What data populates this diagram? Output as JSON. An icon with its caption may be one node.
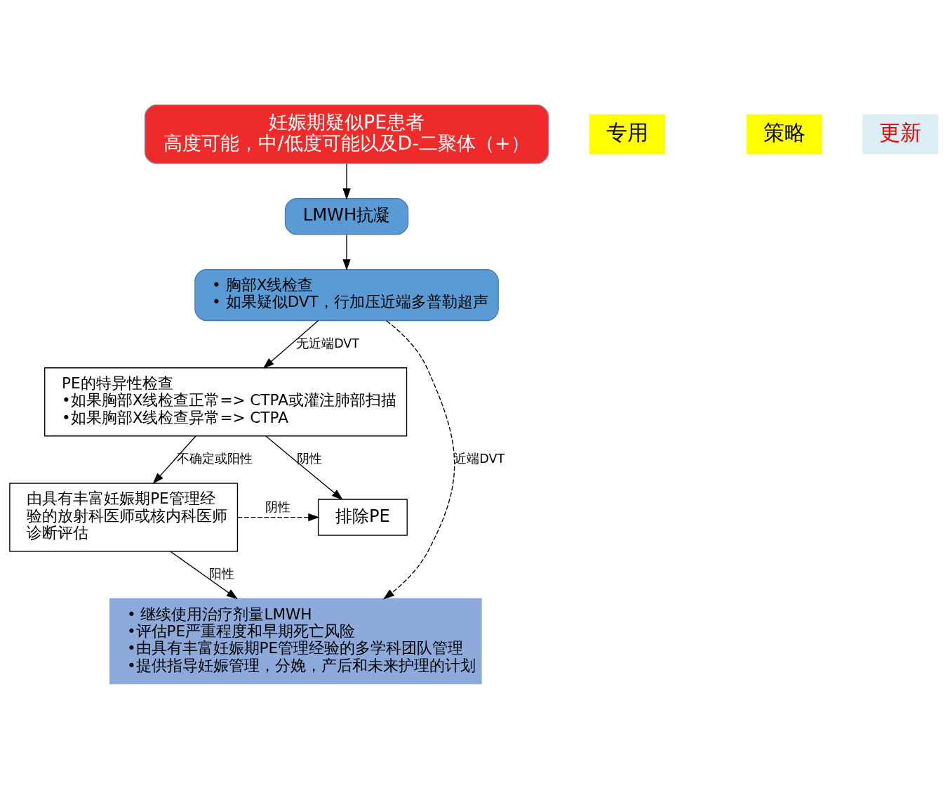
{
  "diagram": {
    "nodes": [
      {
        "text": [
          "妊娠期疑似PE患者",
          "高度可能，中/低度可能以及D-二聚体（+）"
        ]
      },
      {
        "text": [
          "LMWH抗凝"
        ]
      },
      {
        "text": [
          "• 胸部X线检查",
          "• 如果疑似DVT，行加压近端多普勒超声"
        ]
      },
      {
        "text": [
          "PE的特异性检查",
          "•如果胸部X线检查正常=> CTPA或灌注肺部扫描",
          "•如果胸部X线检查异常=> CTPA"
        ]
      },
      {
        "text": [
          "排除PE"
        ]
      },
      {
        "text": [
          "由具有丰富妊娠期PE管理经验的放射科医师或核内科医师诊断评估"
        ]
      },
      {
        "text": [
          "• 继续使用治疗剂量LMWH",
          "•评估PE严重程度和早期死亡风险",
          "•由具有丰富妊娠期PE管理经验的多学科团队管理",
          "•提供指导妊娠管理，分娩，产后和未来护理的计划"
        ]
      }
    ],
    "edges": [
      {
        "from": 0,
        "to": 1,
        "arrow": "to"
      },
      {
        "from": 1,
        "to": 2,
        "arrow": "to"
      },
      {
        "from": 2,
        "to": 3,
        "arrow": "to",
        "label": "无近端DVT"
      },
      {
        "from": 2,
        "to": 6,
        "arrow": "to",
        "label": "近端DVT",
        "style": "dashed"
      },
      {
        "from": 3,
        "to": 4,
        "arrow": "to",
        "label": "阴性"
      },
      {
        "from": 3,
        "to": 5,
        "arrow": "to",
        "label": "不确定或阳性"
      },
      {
        "from": 5,
        "to": 4,
        "arrow": "to",
        "label": "阴性",
        "style": "dashed"
      },
      {
        "from": 5,
        "to": 6,
        "arrow": "to",
        "label": "阳性"
      }
    ],
    "labels": [
      "专用",
      "策略",
      "更新"
    ]
  }
}
